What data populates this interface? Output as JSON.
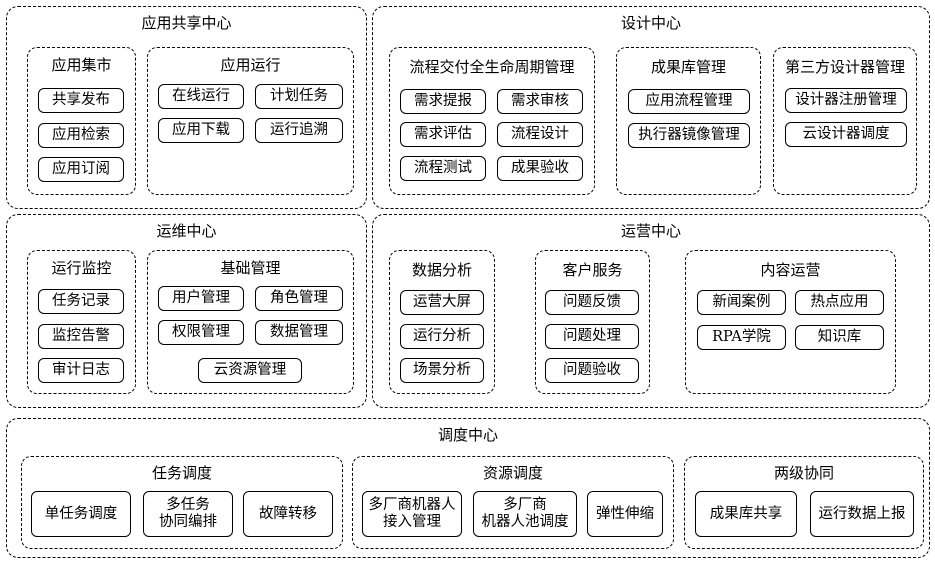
{
  "centers": {
    "app_share": {
      "title": "应用共享中心",
      "market": {
        "title": "应用集市",
        "items": [
          "共享发布",
          "应用检索",
          "应用订阅"
        ]
      },
      "run": {
        "title": "应用运行",
        "items": [
          "在线运行",
          "计划任务",
          "应用下载",
          "运行追溯"
        ]
      }
    },
    "design": {
      "title": "设计中心",
      "lifecycle": {
        "title": "流程交付全生命周期管理",
        "items": [
          "需求提报",
          "需求审核",
          "需求评估",
          "流程设计",
          "流程测试",
          "成果验收"
        ]
      },
      "library": {
        "title": "成果库管理",
        "items": [
          "应用流程管理",
          "执行器镜像管理"
        ]
      },
      "third_party": {
        "title": "第三方设计器管理",
        "items": [
          "设计器注册管理",
          "云设计器调度"
        ]
      }
    },
    "ops": {
      "title": "运维中心",
      "monitor": {
        "title": "运行监控",
        "items": [
          "任务记录",
          "监控告警",
          "审计日志"
        ]
      },
      "base": {
        "title": "基础管理",
        "items": [
          "用户管理",
          "角色管理",
          "权限管理",
          "数据管理",
          "云资源管理"
        ]
      }
    },
    "operation": {
      "title": "运营中心",
      "analysis": {
        "title": "数据分析",
        "items": [
          "运营大屏",
          "运行分析",
          "场景分析"
        ]
      },
      "service": {
        "title": "客户服务",
        "items": [
          "问题反馈",
          "问题处理",
          "问题验收"
        ]
      },
      "content": {
        "title": "内容运营",
        "items": [
          "新闻案例",
          "热点应用",
          "RPA学院",
          "知识库"
        ]
      }
    },
    "dispatch": {
      "title": "调度中心",
      "task": {
        "title": "任务调度",
        "items": [
          "单任务调度",
          "多任务\n协同编排",
          "故障转移"
        ]
      },
      "resource": {
        "title": "资源调度",
        "items": [
          "多厂商机器人\n接入管理",
          "多厂商\n机器人池调度",
          "弹性伸缩"
        ]
      },
      "two_level": {
        "title": "两级协同",
        "items": [
          "成果库共享",
          "运行数据上报"
        ]
      }
    }
  }
}
